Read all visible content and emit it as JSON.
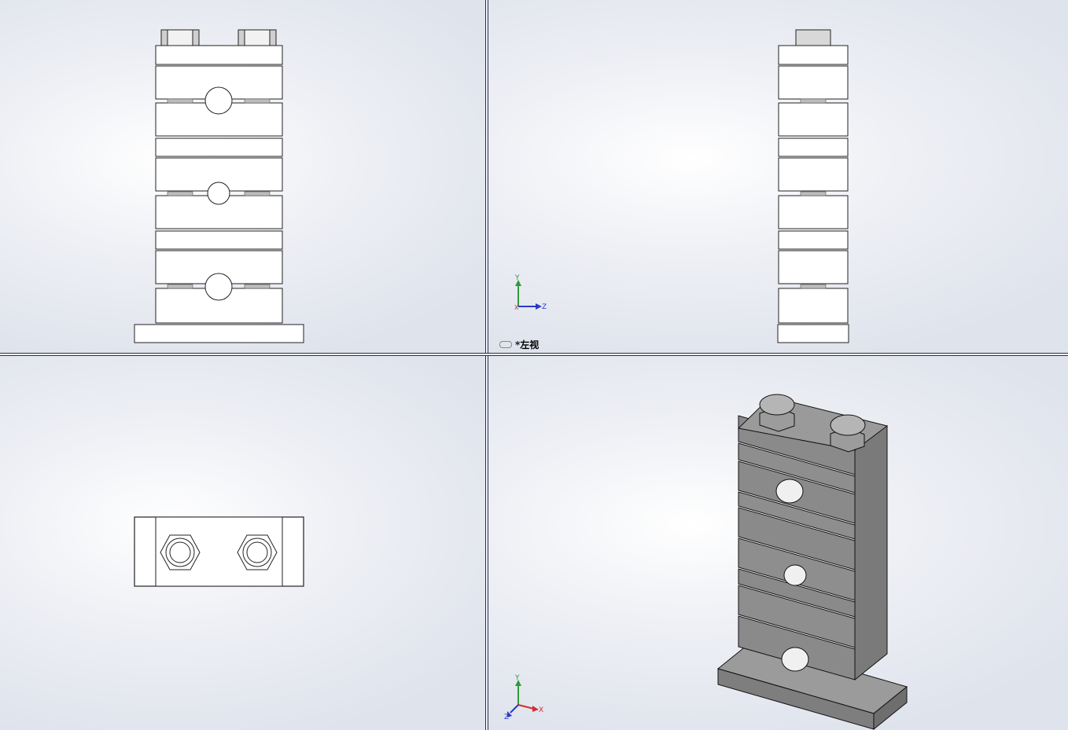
{
  "viewports": {
    "front": {
      "name": "front-view"
    },
    "left": {
      "name": "left-view",
      "label": "*左视"
    },
    "top": {
      "name": "top-view"
    },
    "iso": {
      "name": "isometric-view"
    }
  },
  "triad_left": {
    "y": "Y",
    "z": "Z",
    "x": "X"
  },
  "triad_iso": {
    "y": "Y",
    "z": "Z",
    "x": "X"
  },
  "colors": {
    "axis_x": "#d03030",
    "axis_y": "#2f9a3a",
    "axis_z": "#2a3ac8",
    "model_face": "#8c8c8c",
    "edge": "#222222"
  }
}
